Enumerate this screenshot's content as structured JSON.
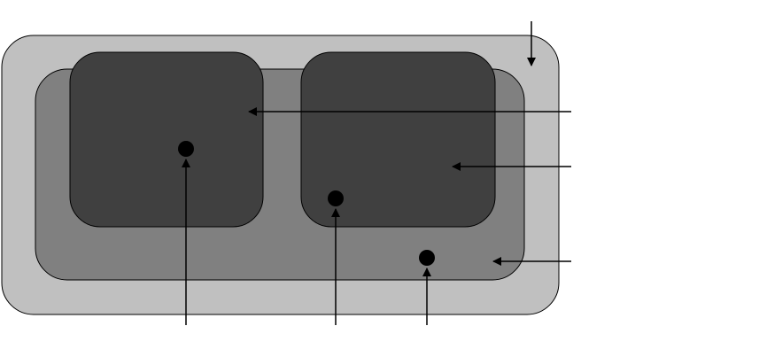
{
  "colors": {
    "background": "#ffffff",
    "outer_region": "#c0c0c0",
    "middle_region": "#808080",
    "inner_region": "#404040",
    "stroke": "#000000",
    "marker": "#000000"
  },
  "regions": [
    {
      "name": "outer-region",
      "level": "outer"
    },
    {
      "name": "middle-region",
      "level": "middle"
    },
    {
      "name": "inner-region-left",
      "level": "inner"
    },
    {
      "name": "inner-region-right",
      "level": "inner"
    }
  ],
  "markers": [
    {
      "name": "point-marker-left",
      "in_region": "inner-region-left"
    },
    {
      "name": "point-marker-center",
      "in_region": "inner-region-right"
    },
    {
      "name": "point-marker-right",
      "in_region": "middle-region"
    }
  ],
  "arrows": [
    {
      "name": "arrow-to-outer-region",
      "from": "top",
      "points_to": "outer-region"
    },
    {
      "name": "arrow-to-inner-region-left",
      "from": "right",
      "points_to": "inner-region-left"
    },
    {
      "name": "arrow-to-inner-region-right",
      "from": "right",
      "points_to": "inner-region-right"
    },
    {
      "name": "arrow-to-middle-region",
      "from": "right",
      "points_to": "middle-region"
    },
    {
      "name": "arrow-to-point-marker-left",
      "from": "bottom",
      "points_to": "point-marker-left"
    },
    {
      "name": "arrow-to-point-marker-center",
      "from": "bottom",
      "points_to": "point-marker-center"
    },
    {
      "name": "arrow-to-point-marker-right",
      "from": "bottom",
      "points_to": "point-marker-right"
    }
  ]
}
